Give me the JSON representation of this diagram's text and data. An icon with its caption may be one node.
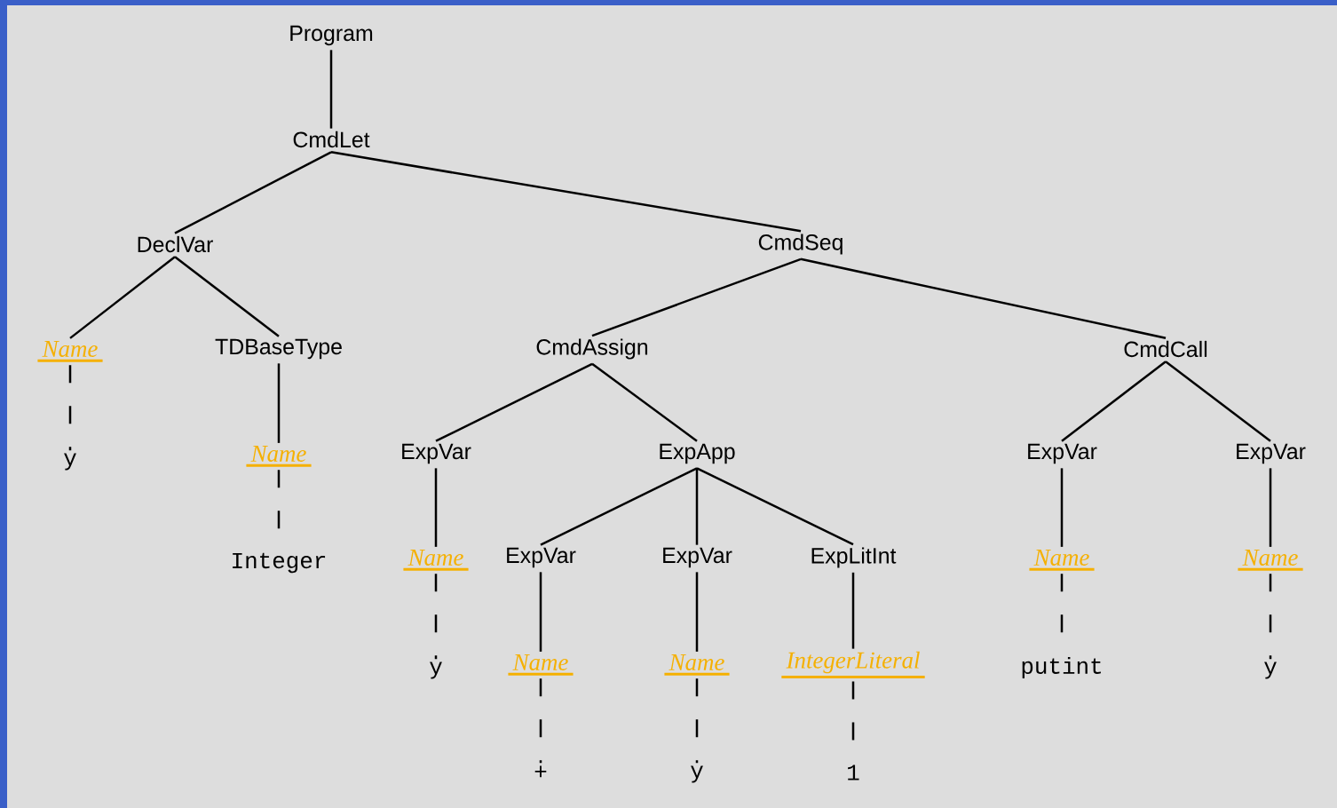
{
  "diagram": {
    "nodes": [
      {
        "text": [
          "Program"
        ]
      },
      {
        "text": [
          "CmdLet"
        ]
      },
      {
        "text": [
          "DeclVar"
        ]
      },
      {
        "text": [
          "CmdSeq"
        ]
      },
      {
        "text": [
          "Name"
        ]
      },
      {
        "text": [
          "TDBaseType"
        ]
      },
      {
        "text": [
          "y"
        ]
      },
      {
        "text": [
          "Name"
        ]
      },
      {
        "text": [
          "Integer"
        ]
      },
      {
        "text": [
          "CmdAssign"
        ]
      },
      {
        "text": [
          "CmdCall"
        ]
      },
      {
        "text": [
          "ExpVar"
        ]
      },
      {
        "text": [
          "ExpApp"
        ]
      },
      {
        "text": [
          "Name"
        ]
      },
      {
        "text": [
          "y"
        ]
      },
      {
        "text": [
          "ExpVar"
        ]
      },
      {
        "text": [
          "ExpVar"
        ]
      },
      {
        "text": [
          "ExpLitInt"
        ]
      },
      {
        "text": [
          "Name"
        ]
      },
      {
        "text": [
          "+"
        ]
      },
      {
        "text": [
          "Name"
        ]
      },
      {
        "text": [
          "y"
        ]
      },
      {
        "text": [
          "IntegerLiteral"
        ]
      },
      {
        "text": [
          "1"
        ]
      },
      {
        "text": [
          "ExpVar"
        ]
      },
      {
        "text": [
          "ExpVar"
        ]
      },
      {
        "text": [
          "Name"
        ]
      },
      {
        "text": [
          "putint"
        ]
      },
      {
        "text": [
          "Name"
        ]
      },
      {
        "text": [
          "y"
        ]
      }
    ],
    "edges": [
      {
        "from": 0,
        "to": 1,
        "arrow": "none"
      },
      {
        "from": 1,
        "to": 2,
        "arrow": "none"
      },
      {
        "from": 1,
        "to": 3,
        "arrow": "none"
      },
      {
        "from": 2,
        "to": 4,
        "arrow": "none"
      },
      {
        "from": 2,
        "to": 5,
        "arrow": "none"
      },
      {
        "from": 4,
        "to": 6,
        "arrow": "none",
        "style": "dashed"
      },
      {
        "from": 5,
        "to": 7,
        "arrow": "none"
      },
      {
        "from": 7,
        "to": 8,
        "arrow": "none",
        "style": "dashed"
      },
      {
        "from": 3,
        "to": 9,
        "arrow": "none"
      },
      {
        "from": 3,
        "to": 10,
        "arrow": "none"
      },
      {
        "from": 9,
        "to": 11,
        "arrow": "none"
      },
      {
        "from": 9,
        "to": 12,
        "arrow": "none"
      },
      {
        "from": 11,
        "to": 13,
        "arrow": "none"
      },
      {
        "from": 13,
        "to": 14,
        "arrow": "none",
        "style": "dashed"
      },
      {
        "from": 12,
        "to": 15,
        "arrow": "none"
      },
      {
        "from": 12,
        "to": 16,
        "arrow": "none"
      },
      {
        "from": 12,
        "to": 17,
        "arrow": "none"
      },
      {
        "from": 15,
        "to": 18,
        "arrow": "none"
      },
      {
        "from": 18,
        "to": 19,
        "arrow": "none",
        "style": "dashed"
      },
      {
        "from": 16,
        "to": 20,
        "arrow": "none"
      },
      {
        "from": 20,
        "to": 21,
        "arrow": "none",
        "style": "dashed"
      },
      {
        "from": 17,
        "to": 22,
        "arrow": "none"
      },
      {
        "from": 22,
        "to": 23,
        "arrow": "none",
        "style": "dashed"
      },
      {
        "from": 10,
        "to": 24,
        "arrow": "none"
      },
      {
        "from": 10,
        "to": 25,
        "arrow": "none"
      },
      {
        "from": 24,
        "to": 26,
        "arrow": "none"
      },
      {
        "from": 26,
        "to": 27,
        "arrow": "none",
        "style": "dashed"
      },
      {
        "from": 25,
        "to": 28,
        "arrow": "none"
      },
      {
        "from": 28,
        "to": 29,
        "arrow": "none",
        "style": "dashed"
      }
    ]
  }
}
